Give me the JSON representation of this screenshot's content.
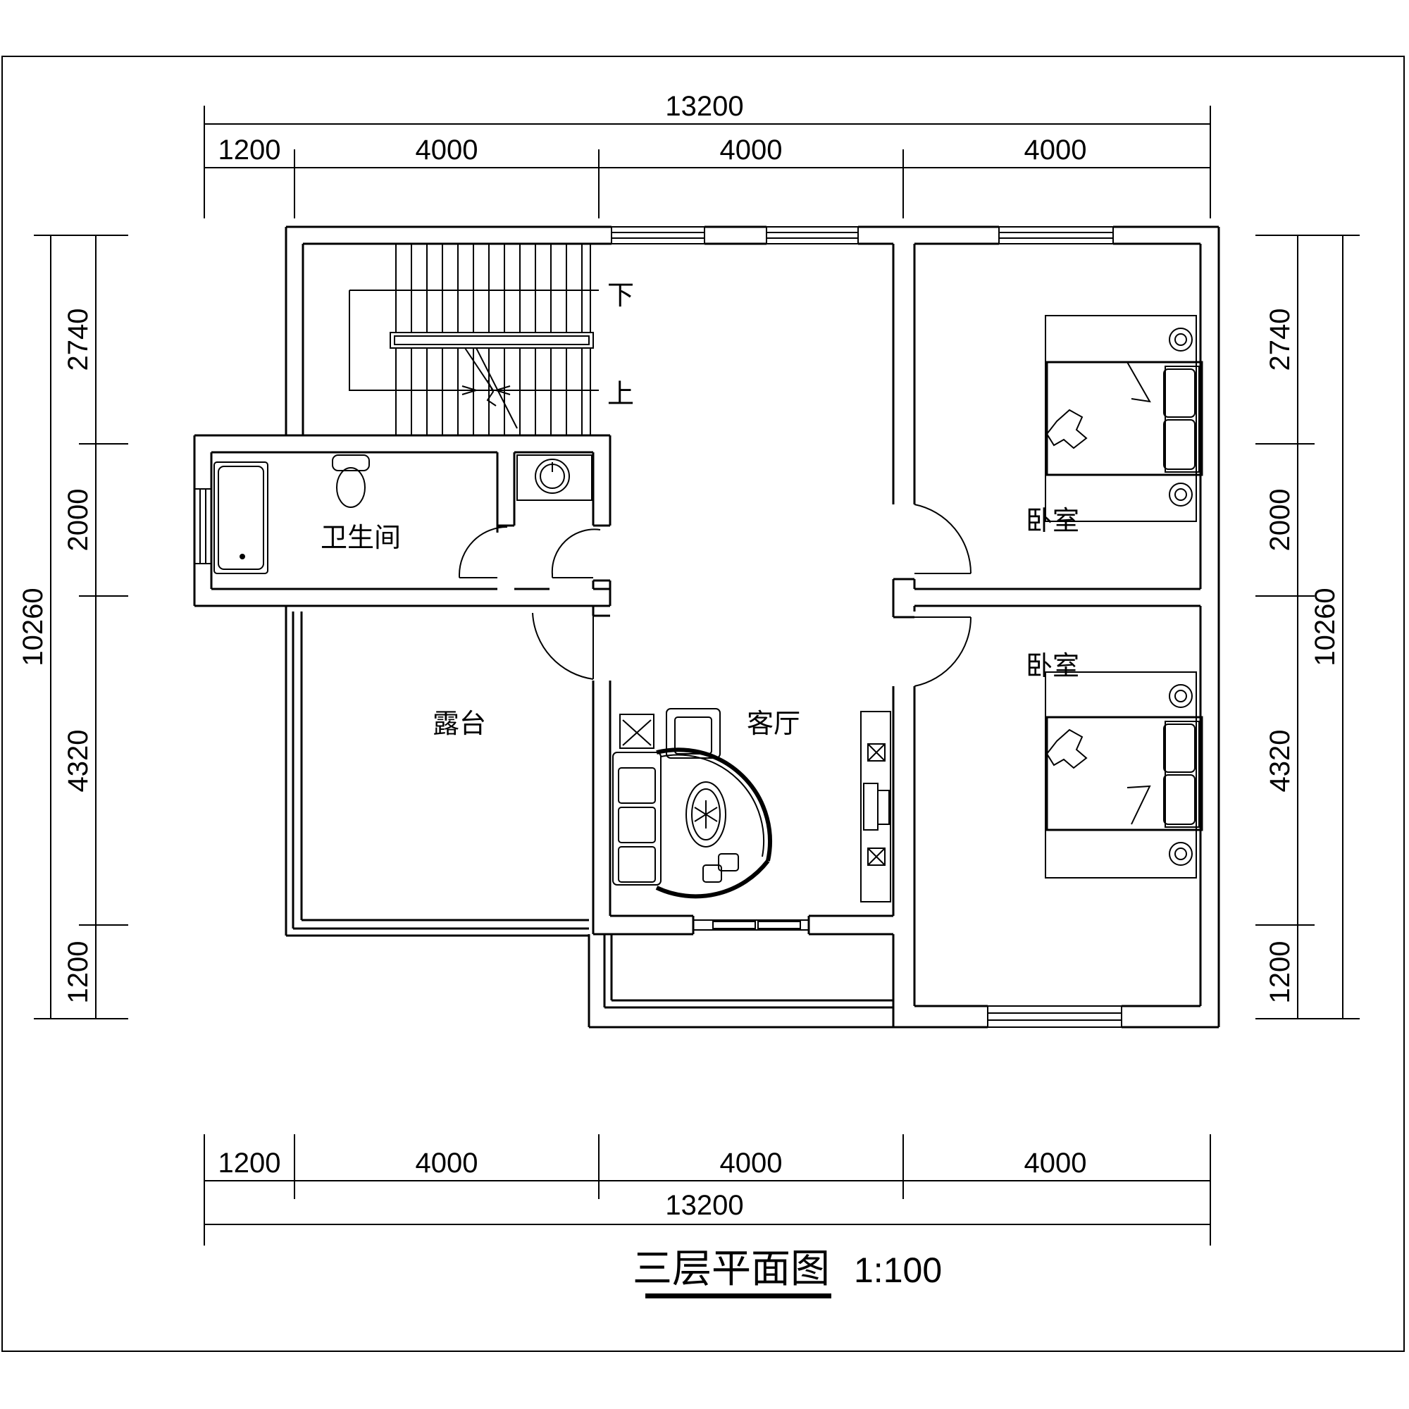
{
  "drawing": {
    "title": "三层平面图",
    "scale": "1:100"
  },
  "dimensions": {
    "top_total": "13200",
    "top_segments": [
      "1200",
      "4000",
      "4000",
      "4000"
    ],
    "bottom_total": "13200",
    "bottom_segments": [
      "1200",
      "4000",
      "4000",
      "4000"
    ],
    "left_total": "10260",
    "left_segments": [
      "2740",
      "2000",
      "4320",
      "1200"
    ],
    "right_total": "10260",
    "right_segments": [
      "2740",
      "2000",
      "4320",
      "1200"
    ]
  },
  "rooms": {
    "bathroom": "卫生间",
    "bedroom_upper": "卧室",
    "bedroom_lower": "卧室",
    "terrace": "露台",
    "living_room": "客厅"
  },
  "stair": {
    "down": "下",
    "up": "上"
  }
}
